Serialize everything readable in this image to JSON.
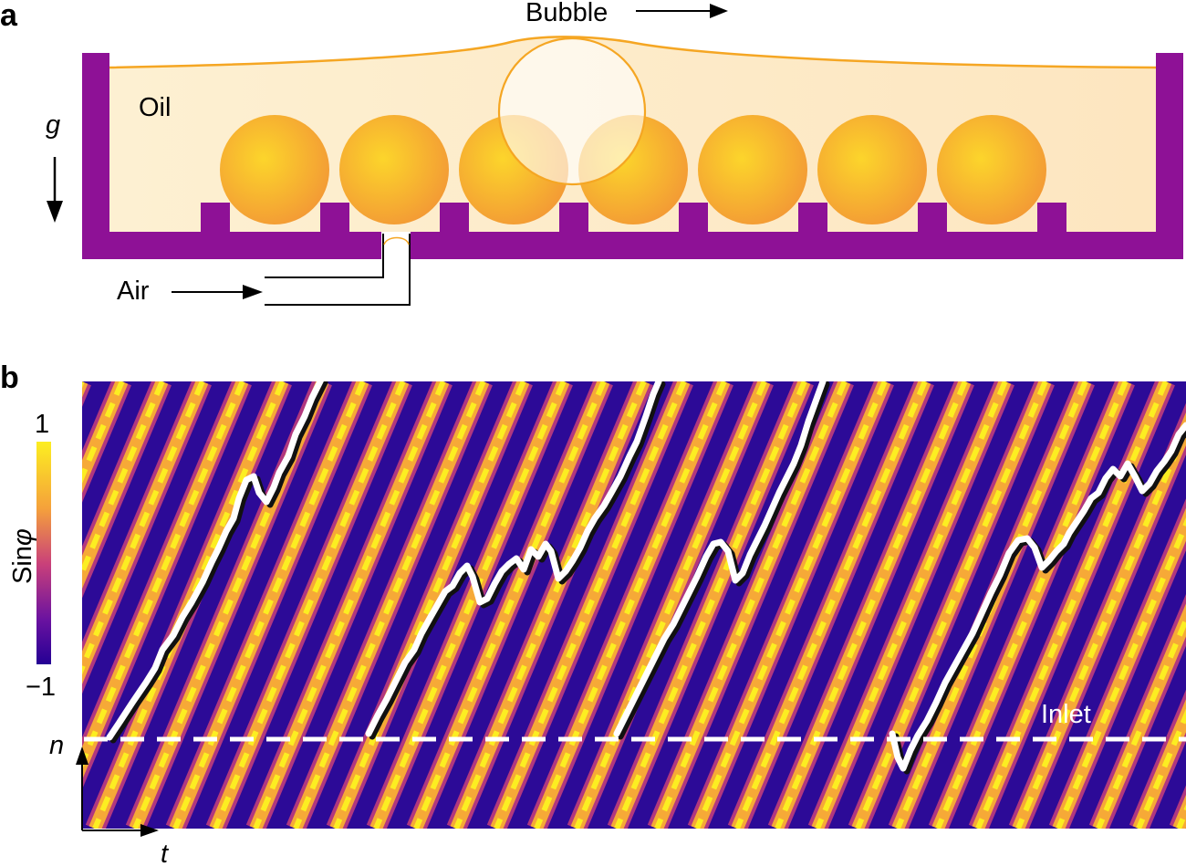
{
  "panel_a": {
    "letter": "a",
    "bubble_label": "Bubble",
    "oil_label": "Oil",
    "gravity_label": "g",
    "air_label": "Air",
    "sphere_count": 7
  },
  "panel_b": {
    "letter": "b",
    "colorbar": {
      "label_prefix": "Sin",
      "label_symbol": "φ",
      "max_label": "1",
      "min_label": "−1",
      "min": -1,
      "max": 1
    },
    "inlet_label": "Inlet",
    "x_axis_label": "t",
    "y_axis_label": "n"
  },
  "colors": {
    "container": "#8e1196",
    "oil_fill": "#fdebc6",
    "oil_surface": "#f5a623",
    "sphere_light": "#fcd52b",
    "sphere_dark": "#f39a35",
    "colormap_low": "#240094",
    "colormap_mid": "#c9407a",
    "colormap_high": "#fcee21"
  }
}
